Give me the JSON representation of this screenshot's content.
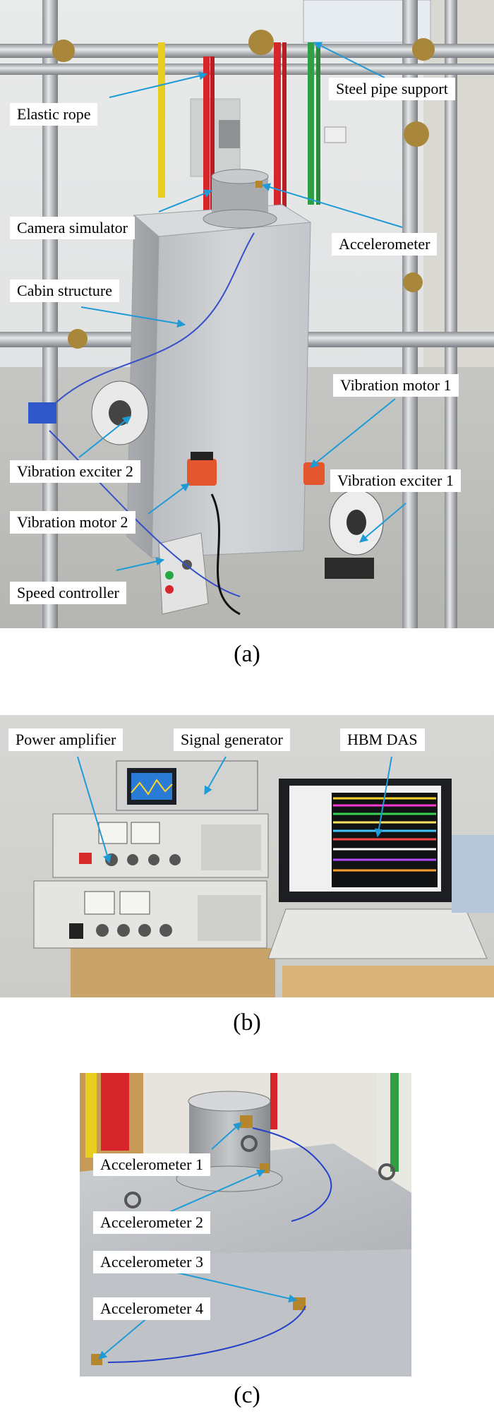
{
  "panel_a": {
    "caption": "(a)",
    "labels": {
      "steel_pipe_support": "Steel pipe support",
      "elastic_rope": "Elastic rope",
      "camera_simulator": "Camera simulator",
      "accelerometer": "Accelerometer",
      "cabin_structure": "Cabin structure",
      "vibration_motor_1": "Vibration motor 1",
      "vibration_exciter_2": "Vibration exciter 2",
      "vibration_exciter_1": "Vibration exciter 1",
      "vibration_motor_2": "Vibration motor 2",
      "speed_controller": "Speed controller"
    }
  },
  "panel_b": {
    "caption": "(b)",
    "labels": {
      "power_amplifier": "Power amplifier",
      "signal_generator": "Signal generator",
      "hbm_das": "HBM DAS"
    }
  },
  "panel_c": {
    "caption": "(c)",
    "labels": {
      "accelerometer_1": "Accelerometer 1",
      "accelerometer_2": "Accelerometer 2",
      "accelerometer_3": "Accelerometer 3",
      "accelerometer_4": "Accelerometer 4"
    }
  },
  "colors": {
    "arrow": "#1e9bd7",
    "rope_red": "#d6262c",
    "rope_green": "#2f9e44",
    "rope_yellow": "#e8cf1f",
    "motor_orange": "#e4572e",
    "aluminum": "#c9ccd0"
  }
}
